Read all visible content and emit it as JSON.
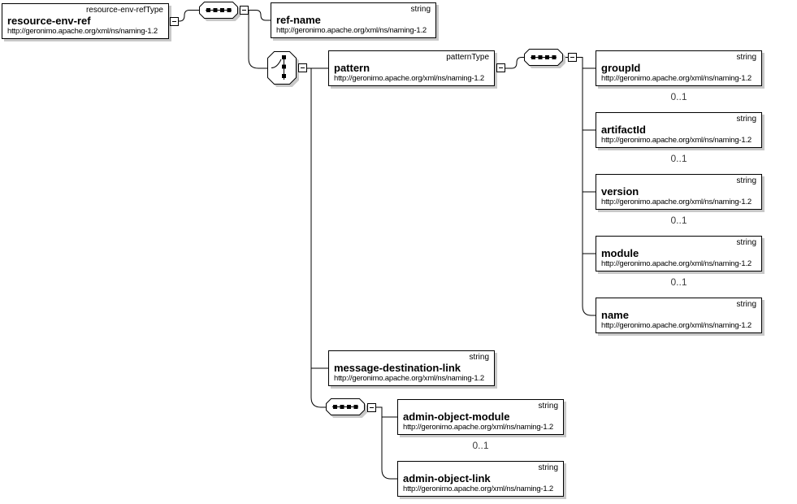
{
  "diagram": {
    "kind": "xml-schema-content-model",
    "namespace_url": "http://geronimo.apache.org/xml/ns/naming-1.2",
    "cardinality_optional": "0..1",
    "colors": {
      "background": "#ffffff",
      "line": "#000000",
      "box_border": "#000000",
      "box_shadow": "#c8c8c8",
      "cardinality_text": "#3c3c3c"
    },
    "icons": {
      "sequence": "sequence-compositor",
      "choice": "choice-compositor",
      "collapse": "minus-toggle"
    },
    "nodes": {
      "root": {
        "name": "resource-env-ref",
        "type": "resource-env-refType",
        "ns": "http://geronimo.apache.org/xml/ns/naming-1.2"
      },
      "ref_name": {
        "name": "ref-name",
        "type": "string",
        "ns": "http://geronimo.apache.org/xml/ns/naming-1.2"
      },
      "pattern": {
        "name": "pattern",
        "type": "patternType",
        "ns": "http://geronimo.apache.org/xml/ns/naming-1.2"
      },
      "group_id": {
        "name": "groupId",
        "type": "string",
        "ns": "http://geronimo.apache.org/xml/ns/naming-1.2",
        "cardinality": "0..1"
      },
      "artifact_id": {
        "name": "artifactId",
        "type": "string",
        "ns": "http://geronimo.apache.org/xml/ns/naming-1.2",
        "cardinality": "0..1"
      },
      "version": {
        "name": "version",
        "type": "string",
        "ns": "http://geronimo.apache.org/xml/ns/naming-1.2",
        "cardinality": "0..1"
      },
      "module": {
        "name": "module",
        "type": "string",
        "ns": "http://geronimo.apache.org/xml/ns/naming-1.2",
        "cardinality": "0..1"
      },
      "name_el": {
        "name": "name",
        "type": "string",
        "ns": "http://geronimo.apache.org/xml/ns/naming-1.2"
      },
      "message_destination_link": {
        "name": "message-destination-link",
        "type": "string",
        "ns": "http://geronimo.apache.org/xml/ns/naming-1.2"
      },
      "admin_object_module": {
        "name": "admin-object-module",
        "type": "string",
        "ns": "http://geronimo.apache.org/xml/ns/naming-1.2",
        "cardinality": "0..1"
      },
      "admin_object_link": {
        "name": "admin-object-link",
        "type": "string",
        "ns": "http://geronimo.apache.org/xml/ns/naming-1.2"
      }
    }
  }
}
